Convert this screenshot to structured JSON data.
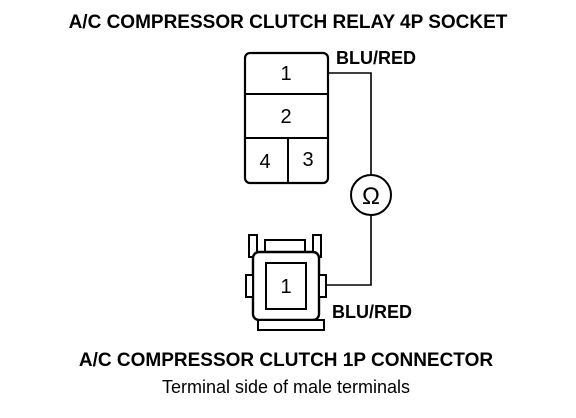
{
  "socket": {
    "title": "A/C COMPRESSOR CLUTCH RELAY 4P SOCKET",
    "wire_label": "BLU/RED",
    "terminals": [
      "1",
      "2",
      "4",
      "3"
    ]
  },
  "meter": {
    "symbol": "Ω"
  },
  "connector": {
    "title": "A/C COMPRESSOR CLUTCH 1P CONNECTOR",
    "subtitle": "Terminal side of male terminals",
    "wire_label": "BLU/RED",
    "terminal": "1"
  }
}
